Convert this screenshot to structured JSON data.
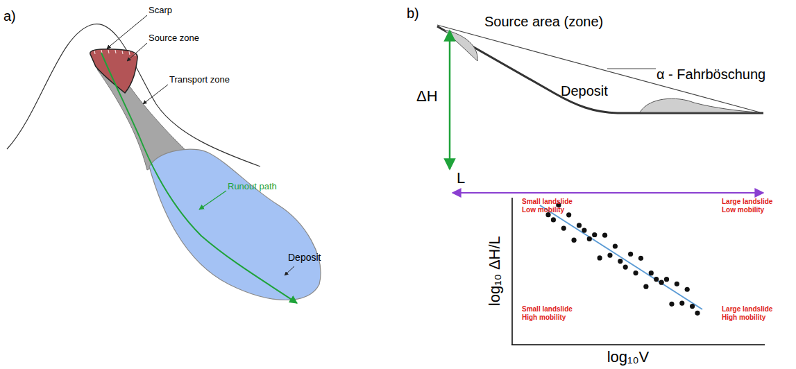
{
  "diagram": {
    "nodes": [
      {
        "text": [
          "Deposit"
        ]
      }
    ],
    "labels": [
      "a)",
      "Scarp",
      "Source zone",
      "Transport zone",
      "Runout path",
      "b)",
      "Source area (zone)",
      "α - Fahrböschung",
      "Deposit",
      "ΔH",
      "L",
      "Small landslide Low mobility",
      "Large landslide Low mobility",
      "Small landslide High mobility",
      "Large landslide High mobility",
      "log₁₀ ΔH/L",
      "log₁₀V"
    ]
  }
}
